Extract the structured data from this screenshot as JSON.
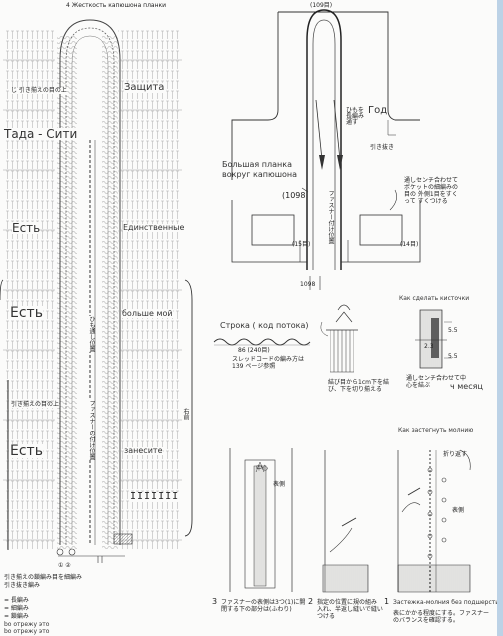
{
  "left_panel": {
    "title": "4 Жесткость капюшона планки",
    "labels": {
      "tada_city": "Тада - Сити",
      "zaschita": "Защита",
      "est_1": "Есть",
      "est_2": "Есть",
      "est_3": "Есть",
      "edinstvennye": "Единственные",
      "bolshe_moi": "больше мой",
      "zanesite": "занесите",
      "iiiiii": "IIIIIII",
      "right_side": "右前",
      "fastener": "ファスナーの付け位置",
      "hood_mid": "ひも通し位置",
      "jp_row1": "じ 引き揃えの目の上",
      "jp_row2": "引き揃えの目の上",
      "bottom_numbers": "① ②",
      "legend_1": "引き揃えの鎖編み目を細編み",
      "legend_2": "= 長編み",
      "legend_3": "引き抜き編み",
      "legend_4": "= 細編み",
      "legend_5": "= 鎖編み",
      "bottom_note_1": "bo отрежу это",
      "bottom_note_2": "bo отрежу это"
    }
  },
  "right_panel": {
    "top_title": "(109目)",
    "god": "Год",
    "god_jp": "ひもを長編み通す",
    "tag_jp": "引き抜き",
    "bolshaya_planka": "Большая планка вокруг капюшона",
    "count_1098": "(1098",
    "bottom_count": "1098",
    "fastener_jp": "ファスナー付け位置",
    "pocket_note": "通しセンチ合わせて ポケットの細編みの目の 外側1目をすくって すくつける",
    "count_15": "(15目)",
    "count_14": "(14目)",
    "kak_sdelat": "Как сделать кисточки",
    "size_55a": "5.5",
    "size_55b": "5.5",
    "size_23": "2.3",
    "kisti_jp": "結び目から1cm下を結び、下を切り揃える",
    "kisti_jp2": "通しセンチ合わせて中心を結ぶ",
    "mesi": "ч месяц",
    "stroka": "Строка ( код потока)",
    "stroka_count": "86 (240目)",
    "stroka_note": "スレッドコードの編み方は 139 ページ参照",
    "kak_zastegnut": "Как застегнуть молнию",
    "step_3": "3",
    "step_3_text": "ファスナーの表側は3つ(1)に開 閉する下の部分は(ふわり)",
    "step_2": "2",
    "step_2_text": "指定の位置に規の組み 入れ、半返し縫いで縫いつける",
    "step_1": "1",
    "step_1_text": "Застежка-молния без подшерсти",
    "step_1_sub": "表にかかる程度にする。ファスナーのバランスを確認する。",
    "front_label": "表側",
    "front_label_2": "表側",
    "detail_jp": "折り返す",
    "mid_jp": "中心"
  }
}
